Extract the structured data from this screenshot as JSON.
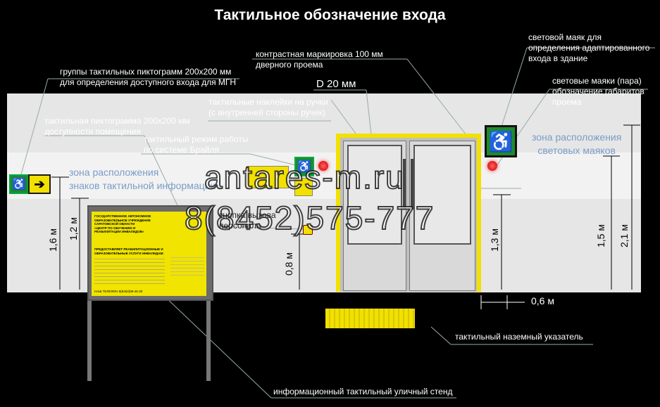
{
  "title": "Тактильное обозначение входа",
  "labels": {
    "contrast_marking": "контрастная маркировка 100 мм\nдверного проема",
    "beacon_top": "световой маяк для\nопределения адаптированного\nвхода в здание",
    "beacons_pair": "световые маяки (пара)\nобозначение габаритов\nпроема",
    "pictogram_groups": "группы тактильных пиктограмм 200x200 мм\nдля определения доступного входа для МГН",
    "d20": "D 20 мм",
    "handle_stickers": "тактильные наклейки на ручки\n(с внутренней стороны ручек)",
    "pictogram_room": "тактильная пиктограмма 200x200 мм\nдоступности помещения",
    "braille_hours": "тактильный режим работы\nпо системе Брайля",
    "call_button": "кнопка вызова\nперсонала",
    "ground_indicator": "тактильный наземный указатель",
    "street_stand": "информационный тактильный уличный стенд"
  },
  "zones": {
    "tactile_info": "зона расположения\nзнаков тактильной информации",
    "light_beacons": "зона расположения\nсветовых маяков"
  },
  "dimensions": {
    "d_1_6": "1,6 м",
    "d_1_2": "1,2 м",
    "d_0_8": "0,8 м",
    "d_1_3": "1,3 м",
    "d_1_5": "1,5 м",
    "d_2_1": "2,1 м",
    "d_0_6": "0,6 м"
  },
  "watermark": {
    "site": "antares-m.ru",
    "phone": "8(8452)575-777"
  },
  "stand_text": {
    "org": "ГОСУДАРСТВЕННОЕ АВТОНОМНОЕ\nОБРАЗОВАТЕЛЬНОЕ УЧРЕЖДЕНИЕ\nСАРАТОВСКОЙ ОБЛАСТИ\n«ЦЕНТР ПО ОБУЧЕНИЮ И\nРЕАБИЛИТАЦИИ ИНВАЛИДОВ»",
    "services": "ПРЕДОСТАВЛЯЕТ РЕАБИЛИТАЦИОННЫЕ И\nОБРАЗОВАТЕЛЬНЫЕ УСЛУГИ ИНВАЛИДАМ:",
    "phone": "НАШ ТЕЛЕФОН 8(8452)99-45-30"
  },
  "colors": {
    "wall": "#e6e6e6",
    "tactile_yellow": "#f2e000",
    "sign_green": "#1f8a2b",
    "beacon_red": "#e02020",
    "zone_text": "#7a9cc8"
  },
  "icons": [
    "wheelchair-icon",
    "arrow-right-icon",
    "beacon-icon",
    "call-button-icon"
  ]
}
